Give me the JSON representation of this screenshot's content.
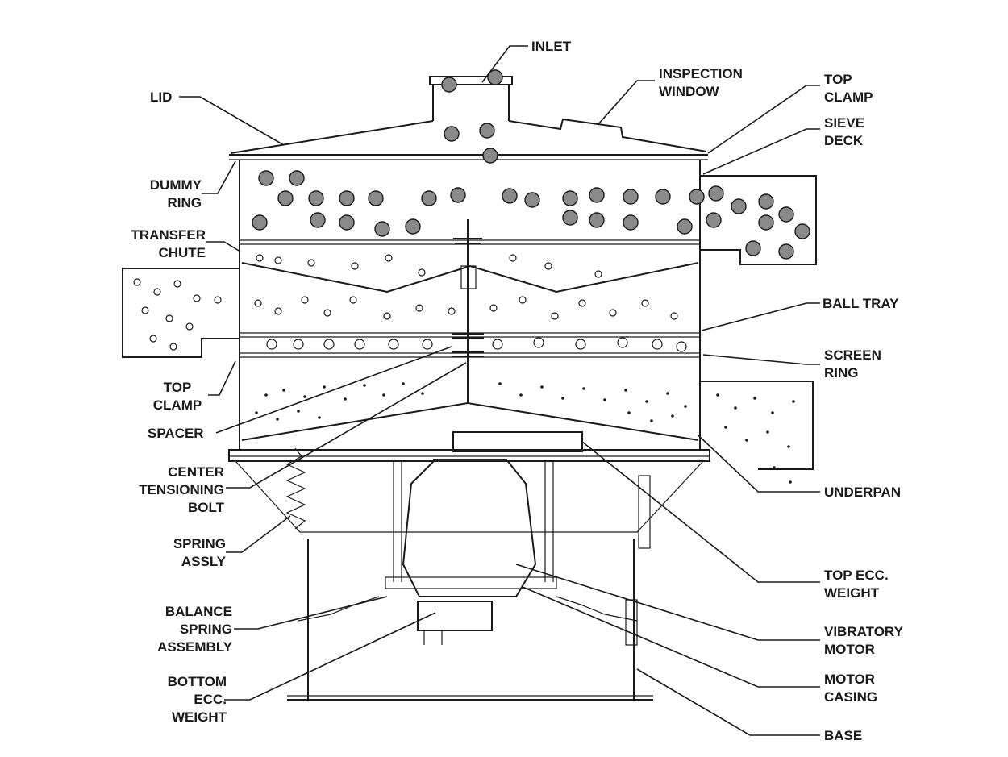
{
  "labels": {
    "inlet": [
      "INLET"
    ],
    "inspection_window": [
      "INSPECTION",
      "WINDOW"
    ],
    "lid": [
      "LID"
    ],
    "top_clamp_upper": [
      "TOP",
      "CLAMP"
    ],
    "sieve_deck": [
      "SIEVE",
      "DECK"
    ],
    "dummy_ring": [
      "DUMMY",
      "RING"
    ],
    "transfer_chute": [
      "TRANSFER",
      "CHUTE"
    ],
    "ball_tray": [
      "BALL TRAY"
    ],
    "screen_ring": [
      "SCREEN",
      "RING"
    ],
    "top_clamp_lower": [
      "TOP",
      "CLAMP"
    ],
    "spacer": [
      "SPACER"
    ],
    "center_tensioning_bolt": [
      "CENTER",
      "TENSIONING",
      "BOLT"
    ],
    "underpan": [
      "UNDERPAN"
    ],
    "spring_assly": [
      "SPRING",
      "ASSLY"
    ],
    "top_ecc_weight": [
      "TOP ECC.",
      "WEIGHT"
    ],
    "balance_spring_assembly": [
      "BALANCE",
      "SPRING",
      "ASSEMBLY"
    ],
    "vibratory_motor": [
      "VIBRATORY",
      "MOTOR"
    ],
    "bottom_ecc_weight": [
      "BOTTOM",
      "ECC.",
      "WEIGHT"
    ],
    "motor_casing": [
      "MOTOR",
      "CASING"
    ],
    "base": [
      "BASE"
    ]
  },
  "colors": {
    "ink": "#1a1a1a",
    "ball_fill": "#8a8a8a",
    "background": "#ffffff"
  }
}
